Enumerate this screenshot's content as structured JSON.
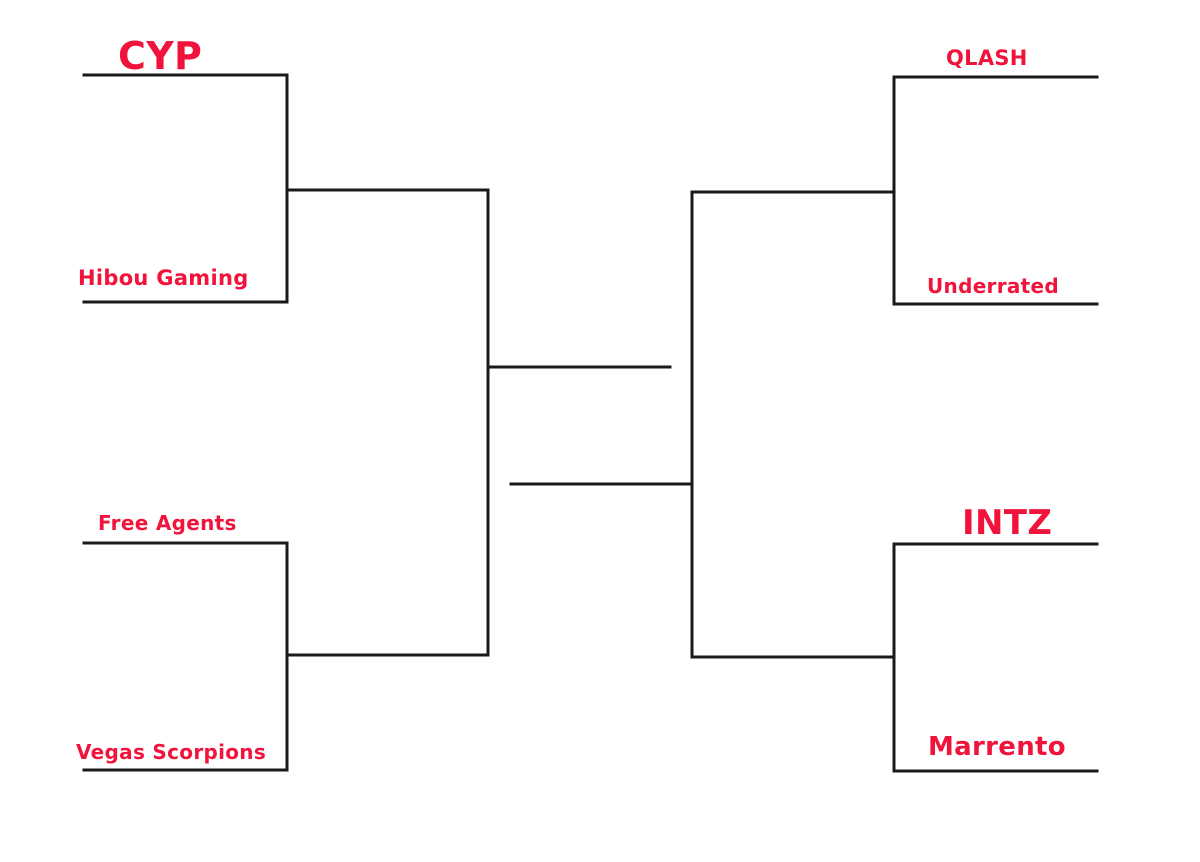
{
  "colors": {
    "team_label": "#f0143c",
    "bracket_line": "#1a1a1a",
    "background": "#ffffff"
  },
  "bracket": {
    "left": {
      "top_match": {
        "team_a": "CYP",
        "team_b": "Hibou Gaming"
      },
      "bottom_match": {
        "team_a": "Free Agents",
        "team_b": "Vegas Scorpions"
      }
    },
    "right": {
      "top_match": {
        "team_a": "QLASH",
        "team_b": "Underrated"
      },
      "bottom_match": {
        "team_a": "INTZ",
        "team_b": "Marrento"
      }
    }
  }
}
